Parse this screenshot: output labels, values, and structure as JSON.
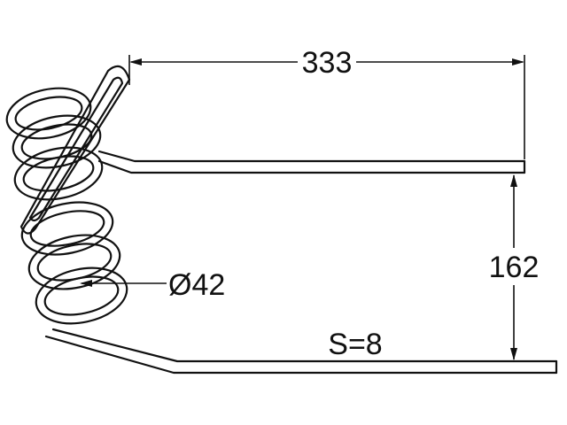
{
  "dimensions": {
    "length_label": "333",
    "height_label": "162",
    "coil_diameter_label": "Ø42",
    "wire_size_label": "S=8"
  },
  "colors": {
    "line": "#111111",
    "background": "#ffffff"
  }
}
